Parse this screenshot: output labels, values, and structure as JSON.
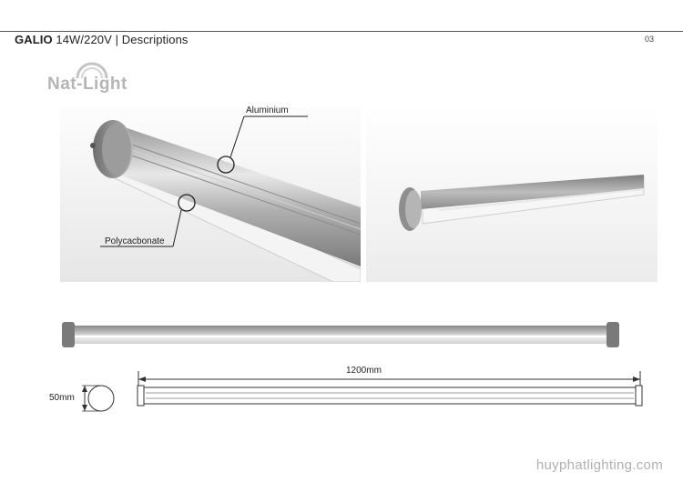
{
  "header": {
    "product": "GALIO",
    "spec": " 14W/220V | Descriptions",
    "page_number": "03"
  },
  "logo": {
    "text": "Nat-Light"
  },
  "callouts": {
    "aluminium": "Aluminium",
    "polycarbonate": "Polycacbonate"
  },
  "dimensions": {
    "length": "1200mm",
    "diameter": "50mm"
  },
  "footer": {
    "website": "huyphatlighting.com"
  },
  "colors": {
    "logo_gray": "#b5b5b5",
    "aluminium": "#a9a9a9",
    "footer_gray": "#b0b0b0"
  }
}
